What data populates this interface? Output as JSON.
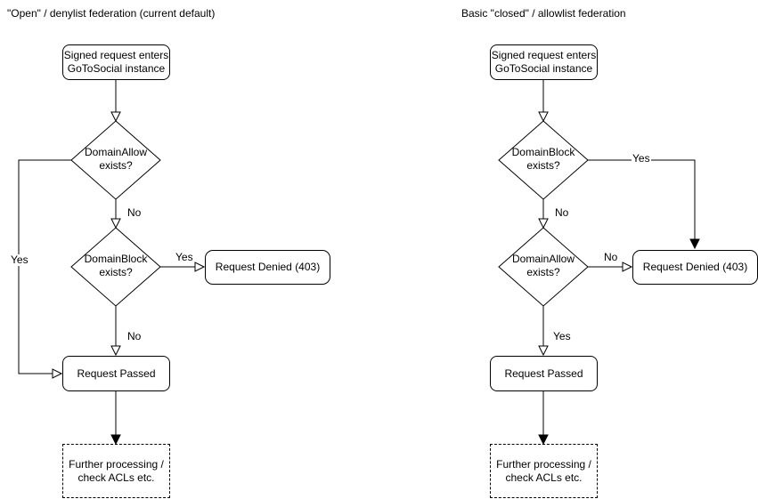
{
  "left": {
    "title": "\"Open\" / denylist federation (current default)",
    "start": "Signed request enters\nGoToSocial instance",
    "decision1": "DomainAllow\nexists?",
    "decision2": "DomainBlock\nexists?",
    "denied": "Request Denied (403)",
    "passed": "Request Passed",
    "further": "Further processing /\ncheck ACLs etc.",
    "labels": {
      "d1_no": "No",
      "d1_yes": "Yes",
      "d2_yes": "Yes",
      "d2_no": "No"
    }
  },
  "right": {
    "title": "Basic \"closed\" / allowlist federation",
    "start": "Signed request enters\nGoToSocial instance",
    "decision1": "DomainBlock\nexists?",
    "decision2": "DomainAllow\nexists?",
    "denied": "Request Denied (403)",
    "passed": "Request Passed",
    "further": "Further processing /\ncheck ACLs etc.",
    "labels": {
      "d1_yes": "Yes",
      "d1_no": "No",
      "d2_no": "No",
      "d2_yes": "Yes"
    }
  },
  "colors": {
    "stroke": "#000000",
    "fill": "#ffffff",
    "text": "#000000"
  }
}
